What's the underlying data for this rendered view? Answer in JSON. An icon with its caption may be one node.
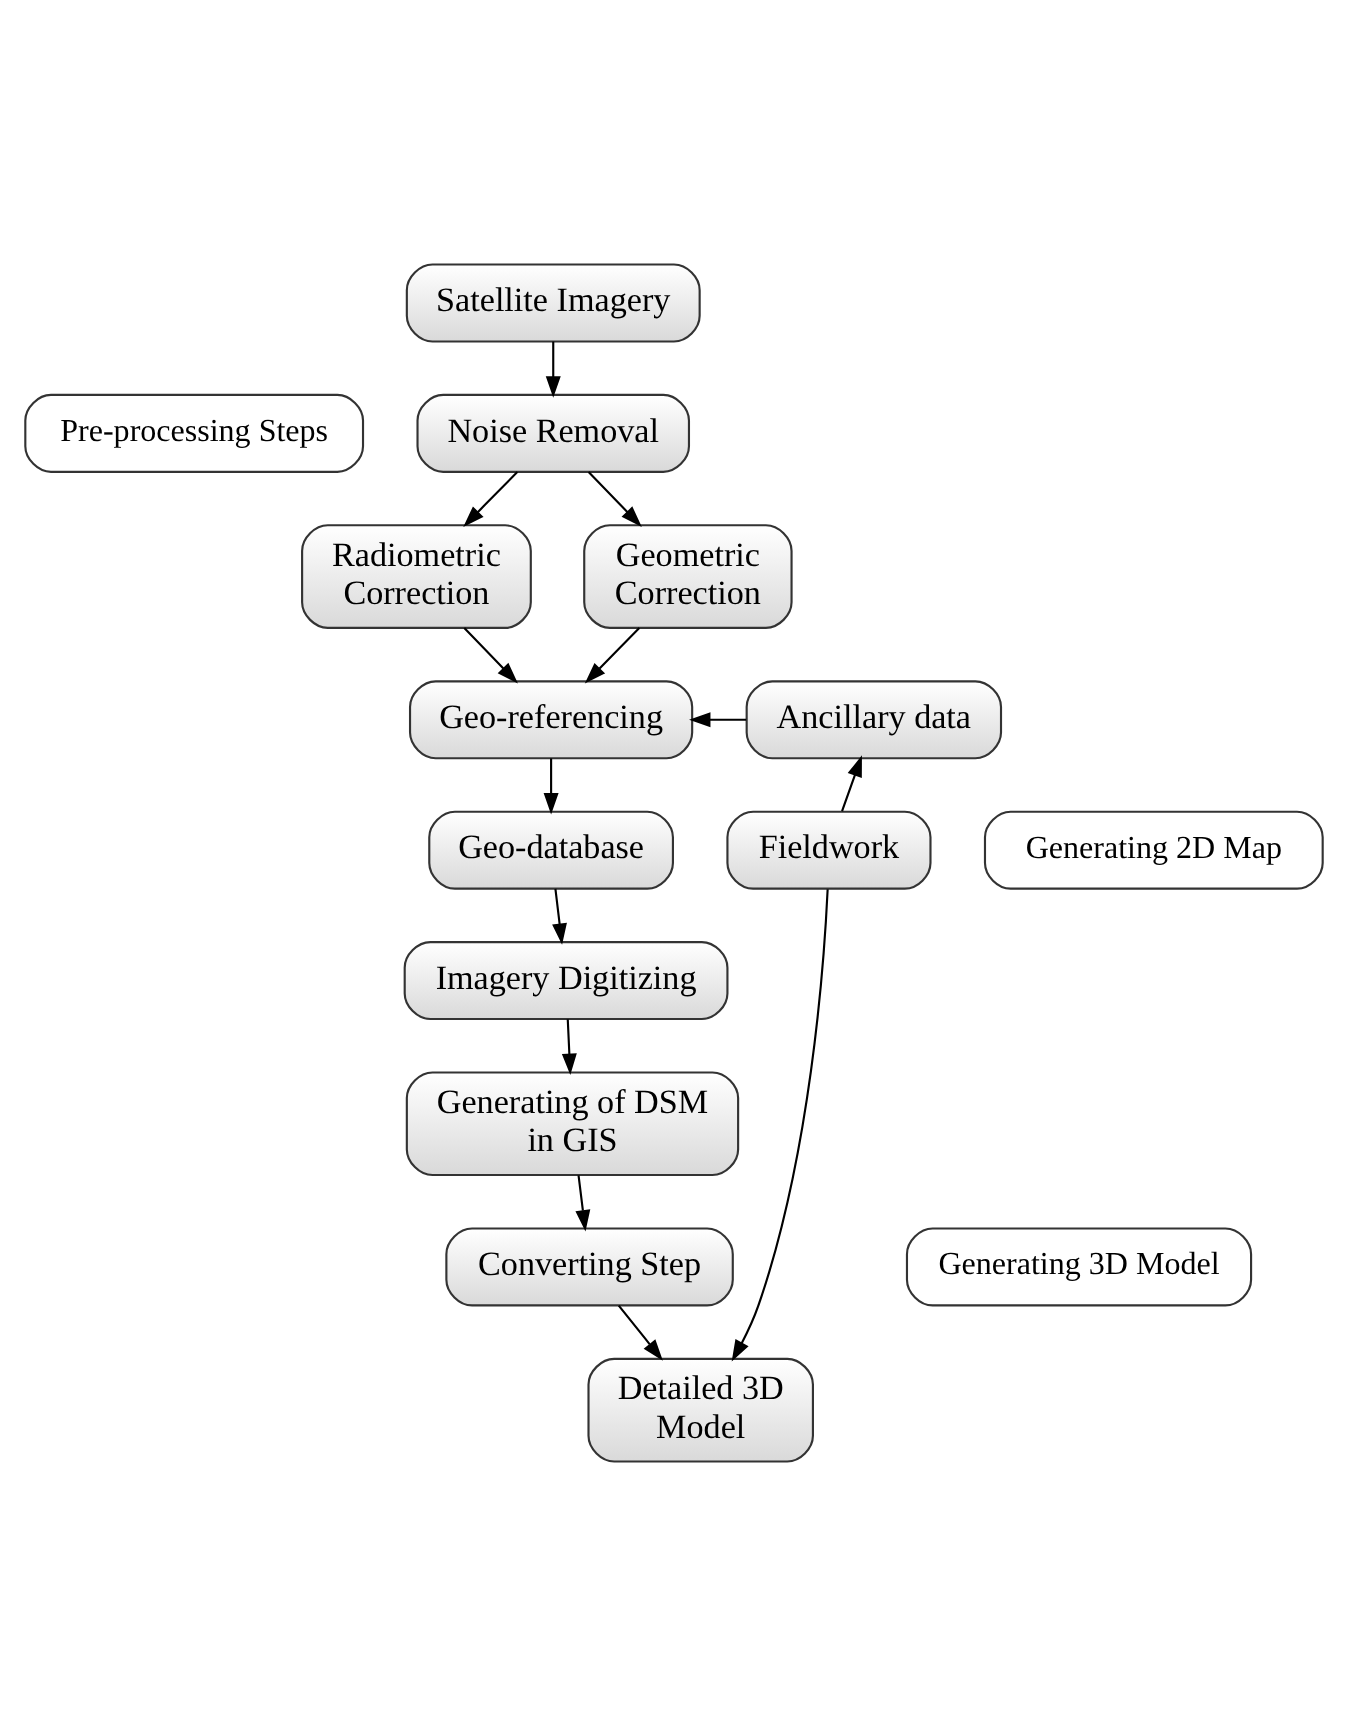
{
  "diagram": {
    "nodes": [
      {
        "text": [
          "Pre-processing Steps"
        ]
      },
      {
        "text": [
          "Satellite Imagery"
        ]
      },
      {
        "text": [
          "Noise Removal"
        ]
      },
      {
        "text": [
          "Radiometric Correction"
        ]
      },
      {
        "text": [
          "Geometric Correction"
        ]
      },
      {
        "text": [
          "Generating 2D Map"
        ]
      },
      {
        "text": [
          "Geo-referencing"
        ]
      },
      {
        "text": [
          "Ancillary data"
        ]
      },
      {
        "text": [
          "Geo-database"
        ]
      },
      {
        "text": [
          "Fieldwork"
        ]
      },
      {
        "text": [
          "Imagery Digitizing"
        ]
      },
      {
        "text": [
          "Generating 3D Model"
        ]
      },
      {
        "text": [
          "Generating of DSM in GIS"
        ]
      },
      {
        "text": [
          "Converting Step"
        ]
      },
      {
        "text": [
          "Detailed 3D Model"
        ]
      }
    ],
    "edges": [
      {
        "from": 1,
        "to": 2,
        "arrow": "to"
      },
      {
        "from": 2,
        "to": 3,
        "arrow": "to"
      },
      {
        "from": 2,
        "to": 4,
        "arrow": "to"
      },
      {
        "from": 3,
        "to": 6,
        "arrow": "to"
      },
      {
        "from": 4,
        "to": 6,
        "arrow": "to"
      },
      {
        "from": 7,
        "to": 6,
        "arrow": "to"
      },
      {
        "from": 9,
        "to": 7,
        "arrow": "to"
      },
      {
        "from": 6,
        "to": 8,
        "arrow": "to"
      },
      {
        "from": 8,
        "to": 10,
        "arrow": "to"
      },
      {
        "from": 10,
        "to": 12,
        "arrow": "to"
      },
      {
        "from": 12,
        "to": 13,
        "arrow": "to"
      },
      {
        "from": 13,
        "to": 14,
        "arrow": "to"
      },
      {
        "from": 9,
        "to": 14,
        "arrow": "to"
      }
    ]
  }
}
